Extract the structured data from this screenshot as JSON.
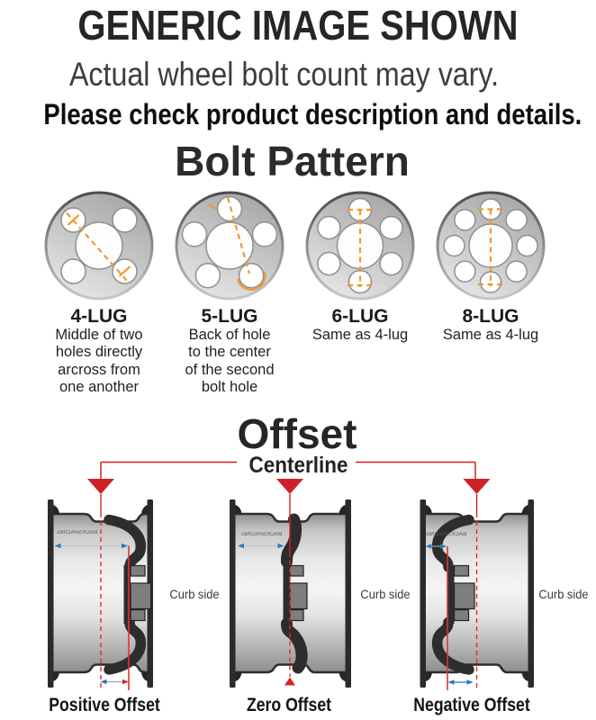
{
  "header": {
    "title": "GENERIC IMAGE SHOWN",
    "subtitle": "Actual wheel bolt count may vary.",
    "note": "Please check product description and details."
  },
  "bolt_pattern": {
    "heading": "Bolt Pattern",
    "lugs": [
      {
        "label": "4-LUG",
        "desc": [
          "Middle of two",
          "holes directly",
          "arcross from",
          "one another"
        ]
      },
      {
        "label": "5-LUG",
        "desc": [
          "Back of hole",
          "to the center",
          "of the second",
          "bolt hole"
        ]
      },
      {
        "label": "6-LUG",
        "desc": [
          "Same as 4-lug"
        ]
      },
      {
        "label": "8-LUG",
        "desc": [
          "Same as 4-lug"
        ]
      }
    ]
  },
  "offset": {
    "heading": "Offset",
    "centerline_label": "Centerline",
    "curb_side_label": "Curb side",
    "backspacing_label": "BACKSPACING",
    "diagrams": [
      {
        "label": "Positive Offset"
      },
      {
        "label": "Zero Offset"
      },
      {
        "label": "Negative Offset"
      }
    ]
  },
  "colors": {
    "accent_red": "#d02027",
    "accent_orange": "#f0992e",
    "accent_blue": "#2e78b5",
    "wheel_dark": "#2d2d2d"
  }
}
